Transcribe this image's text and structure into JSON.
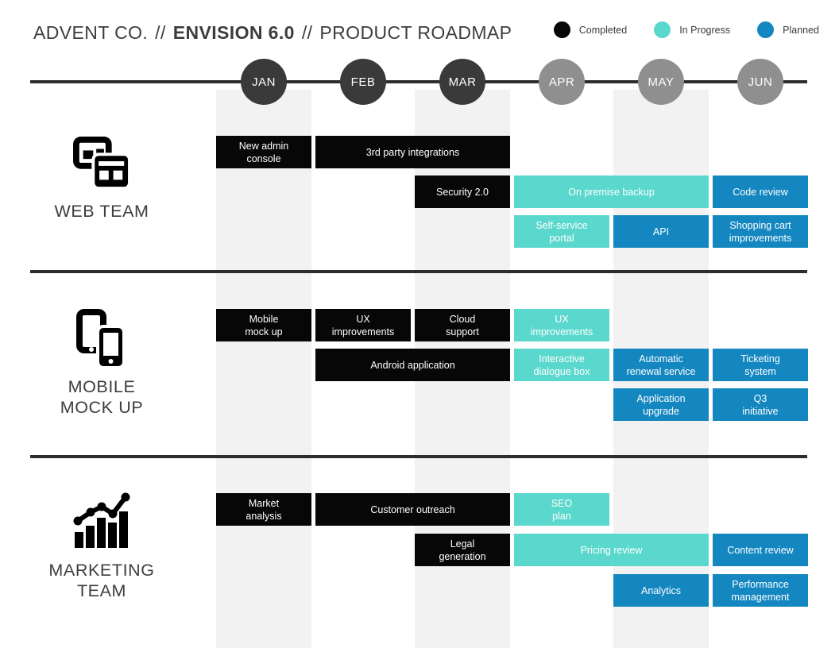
{
  "header": {
    "title": {
      "company": "ADVENT CO.",
      "sep1": "//",
      "product": "ENVISION 6.0",
      "sep2": "//",
      "suffix": "PRODUCT ROADMAP"
    },
    "legend": [
      {
        "label": "Completed",
        "status": "completed"
      },
      {
        "label": "In Progress",
        "status": "inprogress"
      },
      {
        "label": "Planned",
        "status": "planned"
      }
    ]
  },
  "colors": {
    "completed": "#070707",
    "inprogress": "#5bd8cd",
    "planned": "#1487c0",
    "month_past": "#3a3a3a",
    "month_future": "#8f8f8f"
  },
  "timeline": {
    "months": [
      {
        "label": "JAN",
        "state": "past"
      },
      {
        "label": "FEB",
        "state": "past"
      },
      {
        "label": "MAR",
        "state": "past"
      },
      {
        "label": "APR",
        "state": "future"
      },
      {
        "label": "MAY",
        "state": "future"
      },
      {
        "label": "JUN",
        "state": "future"
      }
    ]
  },
  "teams": [
    {
      "id": "web",
      "name": "WEB TEAM",
      "icon": "browser-windows-icon"
    },
    {
      "id": "mobile",
      "name": "MOBILE\nMOCK UP",
      "icon": "phones-icon"
    },
    {
      "id": "marketing",
      "name": "MARKETING\nTEAM",
      "icon": "bar-chart-trend-icon"
    }
  ],
  "bars": [
    {
      "team": "web",
      "row": 1,
      "col": 1,
      "span": 1,
      "status": "completed",
      "label": "New admin\nconsole"
    },
    {
      "team": "web",
      "row": 1,
      "col": 2,
      "span": 2,
      "status": "completed",
      "label": "3rd party integrations"
    },
    {
      "team": "web",
      "row": 2,
      "col": 3,
      "span": 1,
      "status": "completed",
      "label": "Security 2.0"
    },
    {
      "team": "web",
      "row": 2,
      "col": 4,
      "span": 2,
      "status": "inprogress",
      "label": "On premise backup"
    },
    {
      "team": "web",
      "row": 2,
      "col": 6,
      "span": 1,
      "status": "planned",
      "label": "Code review"
    },
    {
      "team": "web",
      "row": 3,
      "col": 4,
      "span": 1,
      "status": "inprogress",
      "label": "Self-service\nportal"
    },
    {
      "team": "web",
      "row": 3,
      "col": 5,
      "span": 1,
      "status": "planned",
      "label": "API"
    },
    {
      "team": "web",
      "row": 3,
      "col": 6,
      "span": 1,
      "status": "planned",
      "label": "Shopping cart\nimprovements"
    },
    {
      "team": "mobile",
      "row": 1,
      "col": 1,
      "span": 1,
      "status": "completed",
      "label": "Mobile\nmock up"
    },
    {
      "team": "mobile",
      "row": 1,
      "col": 2,
      "span": 1,
      "status": "completed",
      "label": "UX\nimprovements"
    },
    {
      "team": "mobile",
      "row": 1,
      "col": 3,
      "span": 1,
      "status": "completed",
      "label": "Cloud\nsupport"
    },
    {
      "team": "mobile",
      "row": 1,
      "col": 4,
      "span": 1,
      "status": "inprogress",
      "label": "UX\nimprovements"
    },
    {
      "team": "mobile",
      "row": 2,
      "col": 2,
      "span": 2,
      "status": "completed",
      "label": "Android application"
    },
    {
      "team": "mobile",
      "row": 2,
      "col": 4,
      "span": 1,
      "status": "inprogress",
      "label": "Interactive\ndialogue box"
    },
    {
      "team": "mobile",
      "row": 2,
      "col": 5,
      "span": 1,
      "status": "planned",
      "label": "Automatic\nrenewal service"
    },
    {
      "team": "mobile",
      "row": 2,
      "col": 6,
      "span": 1,
      "status": "planned",
      "label": "Ticketing\nsystem"
    },
    {
      "team": "mobile",
      "row": 3,
      "col": 5,
      "span": 1,
      "status": "planned",
      "label": "Application\nupgrade"
    },
    {
      "team": "mobile",
      "row": 3,
      "col": 6,
      "span": 1,
      "status": "planned",
      "label": "Q3\ninitiative"
    },
    {
      "team": "marketing",
      "row": 1,
      "col": 1,
      "span": 1,
      "status": "completed",
      "label": "Market\nanalysis"
    },
    {
      "team": "marketing",
      "row": 1,
      "col": 2,
      "span": 2,
      "status": "completed",
      "label": "Customer outreach"
    },
    {
      "team": "marketing",
      "row": 1,
      "col": 4,
      "span": 1,
      "status": "inprogress",
      "label": "SEO\nplan"
    },
    {
      "team": "marketing",
      "row": 2,
      "col": 3,
      "span": 1,
      "status": "completed",
      "label": "Legal\ngeneration"
    },
    {
      "team": "marketing",
      "row": 2,
      "col": 4,
      "span": 2,
      "status": "inprogress",
      "label": "Pricing review"
    },
    {
      "team": "marketing",
      "row": 2,
      "col": 6,
      "span": 1,
      "status": "planned",
      "label": "Content review"
    },
    {
      "team": "marketing",
      "row": 3,
      "col": 5,
      "span": 1,
      "status": "planned",
      "label": "Analytics"
    },
    {
      "team": "marketing",
      "row": 3,
      "col": 6,
      "span": 1,
      "status": "planned",
      "label": "Performance\nmanagement"
    }
  ]
}
